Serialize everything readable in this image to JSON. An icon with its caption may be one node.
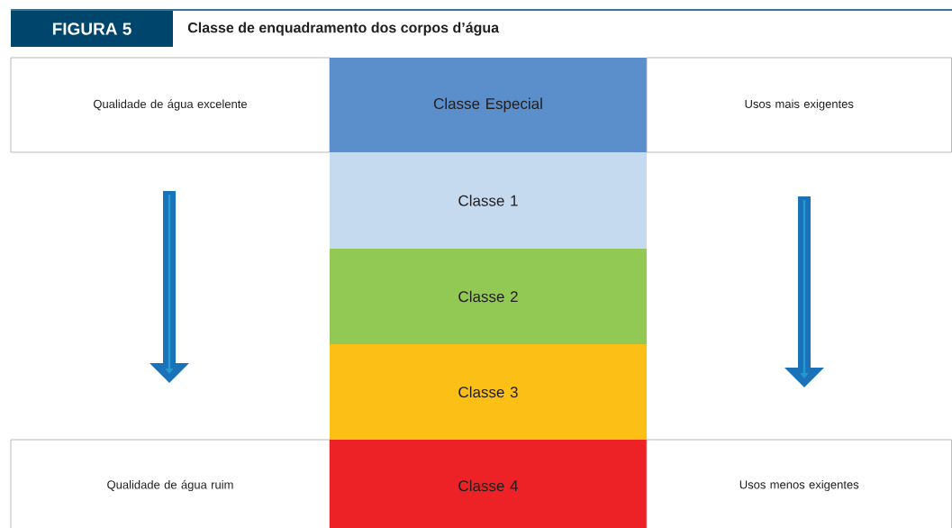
{
  "diagram": {
    "title": "Classe de enquadramento dos corpos d’água",
    "nodes": [
      {
        "text": [
          "Qualidade de água excelente"
        ]
      },
      {
        "text": [
          "Classe Especial"
        ]
      },
      {
        "text": [
          "Usos mais exigentes"
        ]
      },
      {
        "text": [
          "Classe 1"
        ]
      },
      {
        "text": [
          "Classe 2"
        ]
      },
      {
        "text": [
          "Classe 3"
        ]
      },
      {
        "text": [
          "Qualidade de água ruim"
        ]
      },
      {
        "text": [
          "Classe 4"
        ]
      },
      {
        "text": [
          "Usos menos exigentes"
        ]
      }
    ],
    "labels": [
      "FIGURA 5"
    ]
  }
}
